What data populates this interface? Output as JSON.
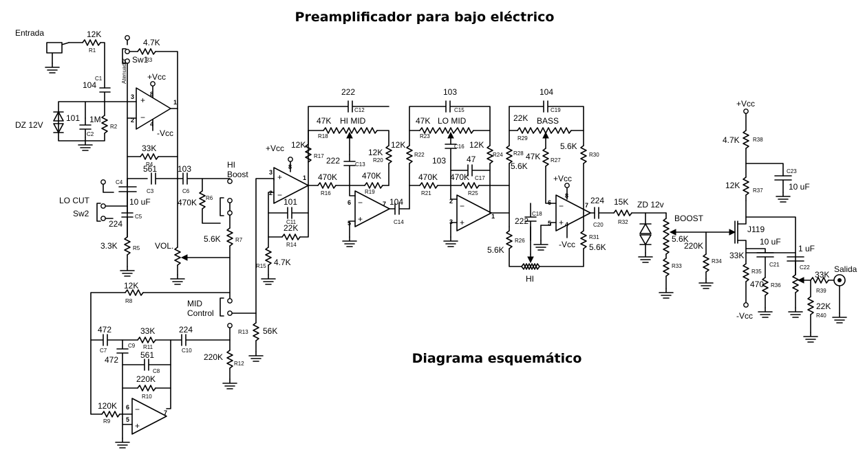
{
  "title": "Preamplificador para bajo eléctrico",
  "subtitle": "Diagrama esquemático",
  "io": {
    "input": "Entrada",
    "output": "Salida"
  },
  "switches": {
    "sw1": "Sw1",
    "sw1_sub": "Atenuador",
    "sw2": "Sw2",
    "lo_cut": "LO CUT",
    "hi_boost_1": "HI",
    "hi_boost_2": "Boost",
    "mid_control_1": "MID",
    "mid_control_2": "Control",
    "boost": "BOOST"
  },
  "controls": {
    "hi_mid": "HI MID",
    "lo_mid": "LO MID",
    "bass": "BASS",
    "hi": "HI",
    "vol": "VOL."
  },
  "power": {
    "vcc": "+Vcc",
    "vee": "-Vcc"
  },
  "diodes": {
    "dz1": "DZ 12V",
    "dz2": "ZD 12v"
  },
  "transistor": "J119",
  "resistors": [
    {
      "ref": "R1",
      "value": "12K"
    },
    {
      "ref": "R2",
      "value": "1M"
    },
    {
      "ref": "R3",
      "value": "4.7K"
    },
    {
      "ref": "R4",
      "value": "33K"
    },
    {
      "ref": "R5",
      "value": "3.3K"
    },
    {
      "ref": "R6",
      "value": "470K"
    },
    {
      "ref": "R7",
      "value": "5.6K"
    },
    {
      "ref": "R8",
      "value": "12K"
    },
    {
      "ref": "R9",
      "value": "120K"
    },
    {
      "ref": "R10",
      "value": "220K"
    },
    {
      "ref": "R11",
      "value": "33K"
    },
    {
      "ref": "R12",
      "value": "220K"
    },
    {
      "ref": "R13",
      "value": "56K"
    },
    {
      "ref": "R14",
      "value": "22K"
    },
    {
      "ref": "R15",
      "value": "4.7K"
    },
    {
      "ref": "R16",
      "value": "470K"
    },
    {
      "ref": "R17",
      "value": "12K"
    },
    {
      "ref": "R18",
      "value": "47K"
    },
    {
      "ref": "R19",
      "value": "470K"
    },
    {
      "ref": "R20",
      "value": "12K"
    },
    {
      "ref": "R21",
      "value": "470K"
    },
    {
      "ref": "R22",
      "value": "12K"
    },
    {
      "ref": "R23",
      "value": "47K"
    },
    {
      "ref": "R24",
      "value": "12K"
    },
    {
      "ref": "R25",
      "value": "470K"
    },
    {
      "ref": "R26",
      "value": "5.6K"
    },
    {
      "ref": "R27",
      "value": "47K"
    },
    {
      "ref": "R28",
      "value": "5.6K"
    },
    {
      "ref": "R29",
      "value": "22K"
    },
    {
      "ref": "R30",
      "value": "5.6K"
    },
    {
      "ref": "R31",
      "value": "5.6K"
    },
    {
      "ref": "R32",
      "value": "15K"
    },
    {
      "ref": "R33",
      "value": "5.6K"
    },
    {
      "ref": "R34",
      "value": "220K"
    },
    {
      "ref": "R35",
      "value": "33K"
    },
    {
      "ref": "R36",
      "value": "470"
    },
    {
      "ref": "R37",
      "value": "12K"
    },
    {
      "ref": "R38",
      "value": "4.7K"
    },
    {
      "ref": "R39",
      "value": "33K"
    },
    {
      "ref": "R40",
      "value": "22K"
    }
  ],
  "capacitors": [
    {
      "ref": "C1",
      "value": "104"
    },
    {
      "ref": "C2",
      "value": "101"
    },
    {
      "ref": "C3",
      "value": "561"
    },
    {
      "ref": "C4",
      "value": "10 uF"
    },
    {
      "ref": "C5",
      "value": "224"
    },
    {
      "ref": "C6",
      "value": "103"
    },
    {
      "ref": "C7",
      "value": "472"
    },
    {
      "ref": "C8",
      "value": "561"
    },
    {
      "ref": "C9",
      "value": "472"
    },
    {
      "ref": "C10",
      "value": "224"
    },
    {
      "ref": "C11",
      "value": "101"
    },
    {
      "ref": "C12",
      "value": "222"
    },
    {
      "ref": "C13",
      "value": "222"
    },
    {
      "ref": "C14",
      "value": "104"
    },
    {
      "ref": "C15",
      "value": "103"
    },
    {
      "ref": "C16",
      "value": "103"
    },
    {
      "ref": "C17",
      "value": "47"
    },
    {
      "ref": "C18",
      "value": "222"
    },
    {
      "ref": "C19",
      "value": "104"
    },
    {
      "ref": "C20",
      "value": "224"
    },
    {
      "ref": "C21",
      "value": "10 uF"
    },
    {
      "ref": "C22",
      "value": "1 uF"
    },
    {
      "ref": "C23",
      "value": "10 uF"
    }
  ]
}
